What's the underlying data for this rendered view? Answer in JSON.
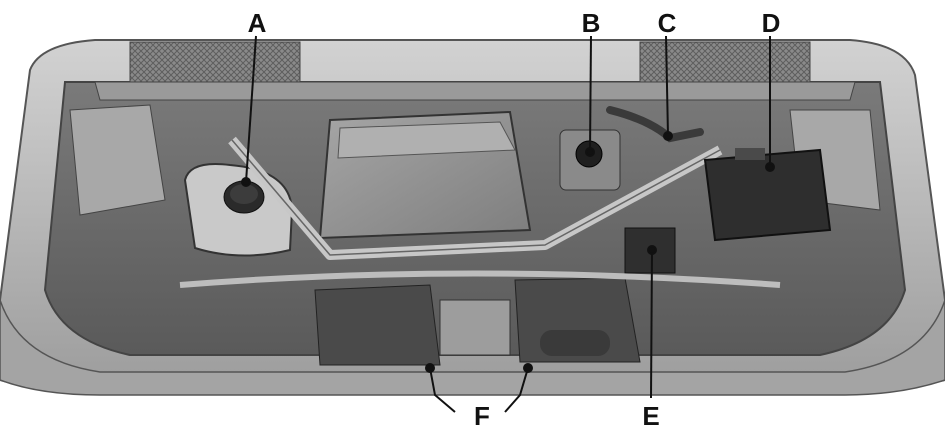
{
  "callouts": {
    "a": "A",
    "b": "B",
    "c": "C",
    "d": "D",
    "e": "E",
    "f": "F"
  },
  "colors": {
    "body": "#b4b4b4",
    "bay_dark": "#6e6e6e",
    "component": "#8c8c8c",
    "battery": "#2e2e2e",
    "leader": "#111111"
  }
}
